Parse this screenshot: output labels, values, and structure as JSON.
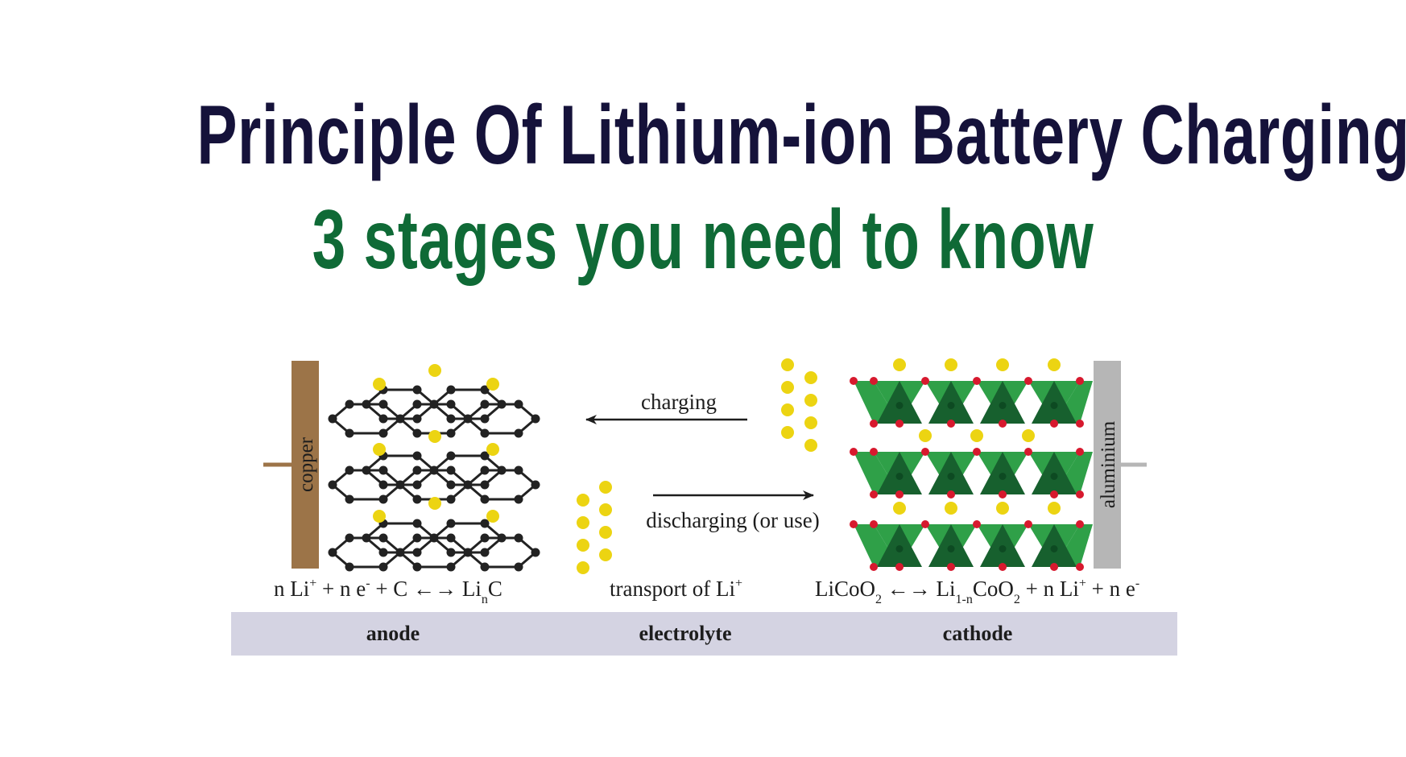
{
  "title": {
    "line1": "Principle Of Lithium-ion Battery Charging,",
    "line2": "3 stages you need to know"
  },
  "colors": {
    "title_dark": "#15123a",
    "title_green": "#0f6a36",
    "copper": "#9c7448",
    "aluminium": "#b6b6b6",
    "lithium_ion": "#ecd412",
    "graphite": "#222222",
    "oxide_light": "#2fa048",
    "oxide_dark": "#17602e",
    "oxygen": "#d7192e",
    "bar": "#d4d3e2"
  },
  "diagram": {
    "collector_left": "copper",
    "collector_right": "aluminium",
    "arrow_top": "charging",
    "arrow_bottom": "discharging (or use)",
    "anode_eq": {
      "a": "n Li",
      "a_sup": "+",
      "b": " + n e",
      "b_sup": "-",
      "c": " + C ",
      "arrow": "←→",
      "d": " Li",
      "d_sub": "n",
      "e": "C"
    },
    "electrolyte_eq": {
      "a": "transport of Li",
      "a_sup": "+"
    },
    "cathode_eq": {
      "a": "LiCoO",
      "a_sub": "2",
      "arrow": " ←→ ",
      "b": "Li",
      "b_sub": "1-n",
      "c": "CoO",
      "c_sub": "2",
      "d": " + n Li",
      "d_sup": "+",
      "e": " + n e",
      "e_sup": "-"
    },
    "sections": [
      "anode",
      "electrolyte",
      "cathode"
    ]
  }
}
